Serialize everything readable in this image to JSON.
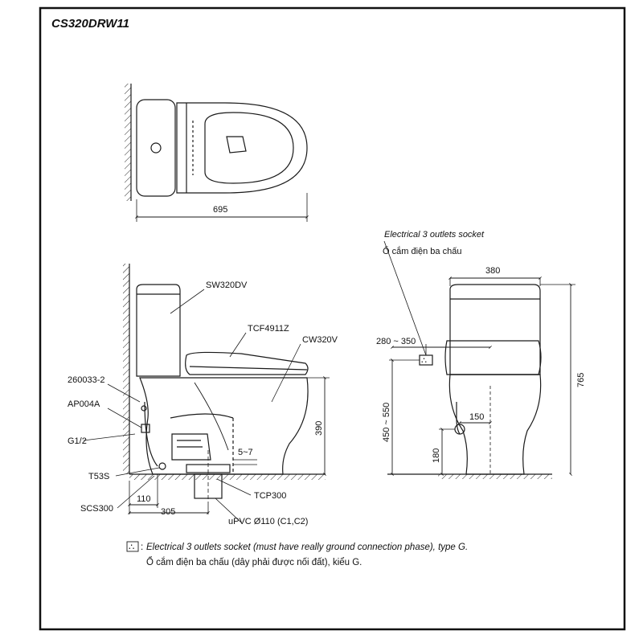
{
  "model_code": "CS320DRW11",
  "top_view": {
    "dim_length": "695"
  },
  "side_view": {
    "labels": {
      "tank": "SW320DV",
      "seat": "TCF4911Z",
      "bowl": "CW320V",
      "part_260033": "260033-2",
      "part_ap004a": "AP004A",
      "inlet": "G1/2",
      "valve": "T53S",
      "hose": "SCS300",
      "flange": "TCP300",
      "pipe": "uPVC Ø110 (C1,C2)"
    },
    "dims": {
      "gap": "5~7",
      "height_rim": "390",
      "wall_inlet": "110",
      "wall_outlet": "305"
    }
  },
  "front_view": {
    "socket_label_en": "Electrical 3 outlets socket",
    "socket_label_vi": "Ổ cắm điện ba chấu",
    "dims": {
      "width": "380",
      "height_total": "765",
      "socket_offset": "280 ~ 350",
      "socket_height": "450 ~ 550",
      "inlet_height": "180",
      "inlet_offset": "150"
    }
  },
  "legend": {
    "symbol": "∴",
    "text_en": "Electrical 3 outlets socket (must have really ground connection phase), type G.",
    "text_vi": "Ổ cắm điện ba chấu (dây phải được nối đất), kiểu G."
  },
  "colors": {
    "line": "#1a1a1a",
    "frame": "#111111"
  }
}
